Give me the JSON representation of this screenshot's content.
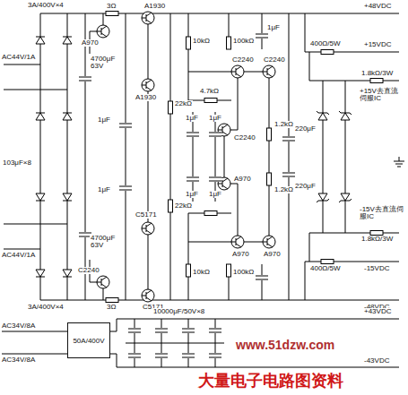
{
  "diagram": {
    "nodes": [
      {
        "text": [
          "50A/400V"
        ]
      }
    ],
    "labels": [
      "3A/400V×4",
      "3Ω",
      "A1930",
      "A970",
      "A1930",
      "10kΩ",
      "100kΩ",
      "1μF",
      "+48VDC",
      "400Ω/5W",
      "+15VDC",
      "C2240",
      "C2240",
      "4.7kΩ",
      "1.8kΩ/3W",
      "+15V去直流伺服IC",
      "AC44V/1A",
      "4700μF 63V",
      "22kΩ",
      "C2240",
      "1μF",
      "1μF",
      "1μF",
      "1.2kΩ",
      "220μF",
      "103μF×8",
      "1μF",
      "22kΩ",
      "1μF",
      "1μF",
      "A970",
      "1.2kΩ",
      "220μF",
      "AC44V/1A",
      "4700μF 63V",
      "C5171",
      "A970",
      "A970",
      "-15V去直流伺服IC",
      "1.8kΩ/3W",
      "-15VDC",
      "C2240",
      "3Ω",
      "C5171",
      "10kΩ",
      "100kΩ",
      "400Ω/5W",
      "3A/400V×4",
      "-48VDC",
      "10000μF/50V×8",
      "+43VDC",
      "AC34V/8A",
      "AC34V/8A",
      "-43VDC",
      "www.51dzw.com",
      "大量电子电路图资料"
    ]
  }
}
